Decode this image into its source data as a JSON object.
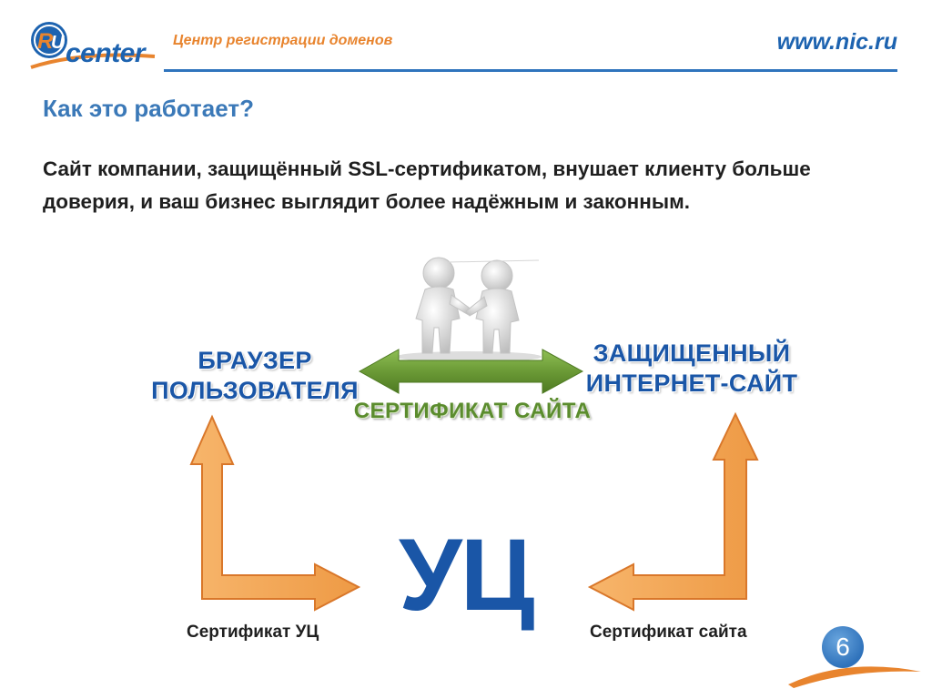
{
  "header": {
    "logo_text": "RU center",
    "tagline": "Центр регистрации доменов",
    "url": "www.nic.ru"
  },
  "slide": {
    "title": "Как это работает?",
    "subtitle": "Сайт компании, защищённый SSL-сертификатом, внушает клиенту больше доверия, и ваш бизнес выглядит более надёжным и законным.",
    "page_number": "6"
  },
  "diagram": {
    "browser_label": "БРАУЗЕР ПОЛЬЗОВАТЕЛЯ",
    "site_label": "ЗАЩИЩЕННЫЙ ИНТЕРНЕТ-САЙТ",
    "cert_site_label": "СЕРТИФИКАТ САЙТА",
    "ca_label": "УЦ",
    "cert_ca_bottom": "Сертификат УЦ",
    "cert_site_bottom": "Сертификат сайта"
  },
  "colors": {
    "brand_blue": "#1a56a7",
    "accent_orange": "#e8842e",
    "green_arrow": "#5b8c2e",
    "orange_arrow": "#f0a050"
  },
  "icons": [
    "ru-center-logo-icon",
    "handshake-figures-icon",
    "double-arrow-icon",
    "elbow-arrow-icon"
  ]
}
